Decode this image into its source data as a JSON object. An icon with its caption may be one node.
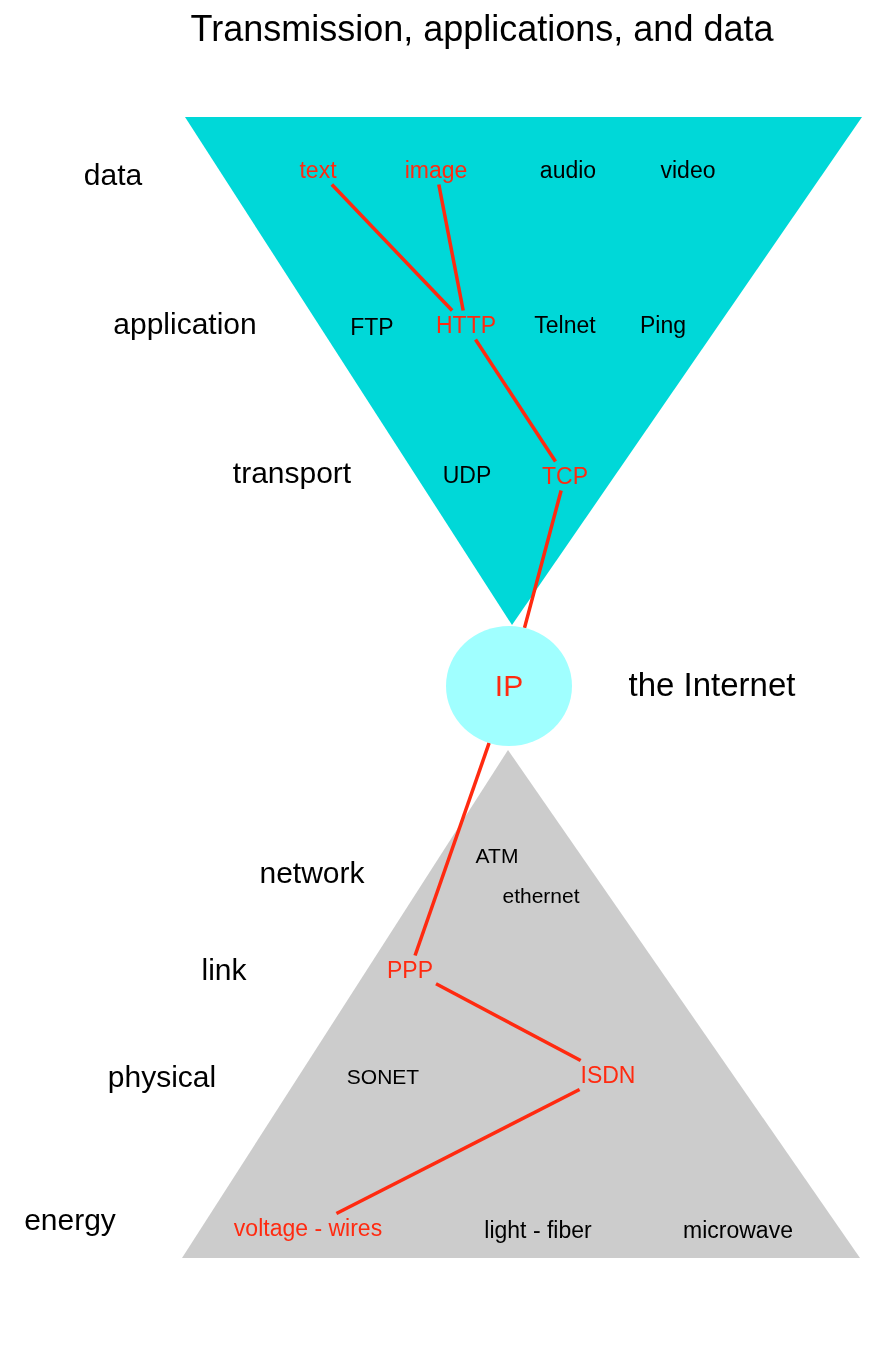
{
  "diagram": {
    "title": "Transmission, applications, and data",
    "nodes": [
      {
        "text": [
          "text"
        ]
      },
      {
        "text": [
          "image"
        ]
      },
      {
        "text": [
          "HTTP"
        ]
      },
      {
        "text": [
          "TCP"
        ]
      },
      {
        "text": [
          "IP"
        ]
      },
      {
        "text": [
          "PPP"
        ]
      },
      {
        "text": [
          "ISDN"
        ]
      },
      {
        "text": [
          "voltage - wires"
        ]
      }
    ],
    "edges": [
      {
        "from": 0,
        "to": 2,
        "arrow": "none"
      },
      {
        "from": 1,
        "to": 2,
        "arrow": "none"
      },
      {
        "from": 2,
        "to": 3,
        "arrow": "none"
      },
      {
        "from": 3,
        "to": 4,
        "arrow": "none"
      },
      {
        "from": 4,
        "to": 5,
        "arrow": "none"
      },
      {
        "from": 5,
        "to": 6,
        "arrow": "none"
      },
      {
        "from": 6,
        "to": 7,
        "arrow": "none"
      }
    ],
    "labels": [
      "data",
      "audio",
      "video",
      "application",
      "FTP",
      "Telnet",
      "Ping",
      "transport",
      "UDP",
      "the Internet",
      "network",
      "ATM",
      "ethernet",
      "link",
      "physical",
      "SONET",
      "energy",
      "light - fiber",
      "microwave"
    ]
  }
}
